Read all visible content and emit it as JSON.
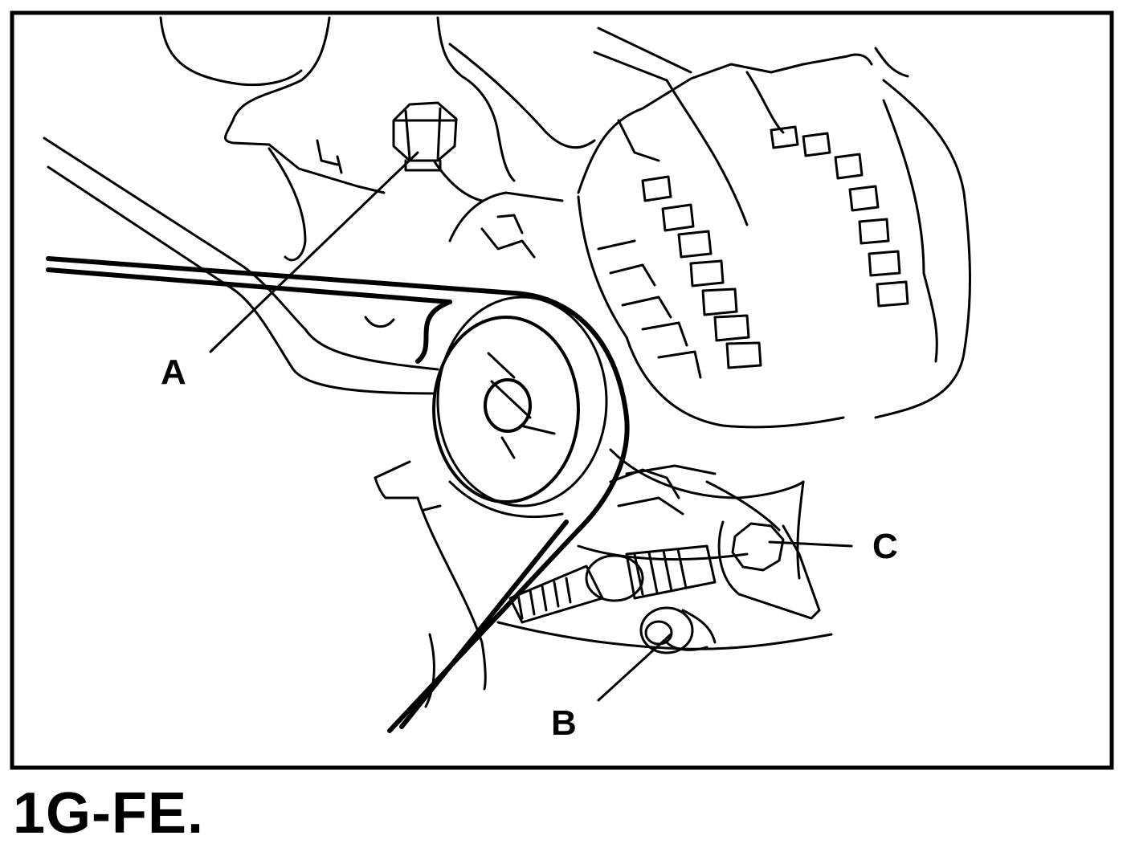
{
  "figure": {
    "caption": "1G-FE.",
    "callouts": [
      {
        "id": "a",
        "label": "A"
      },
      {
        "id": "b",
        "label": "B"
      },
      {
        "id": "c",
        "label": "C"
      }
    ],
    "subject": "alternator-icon"
  }
}
